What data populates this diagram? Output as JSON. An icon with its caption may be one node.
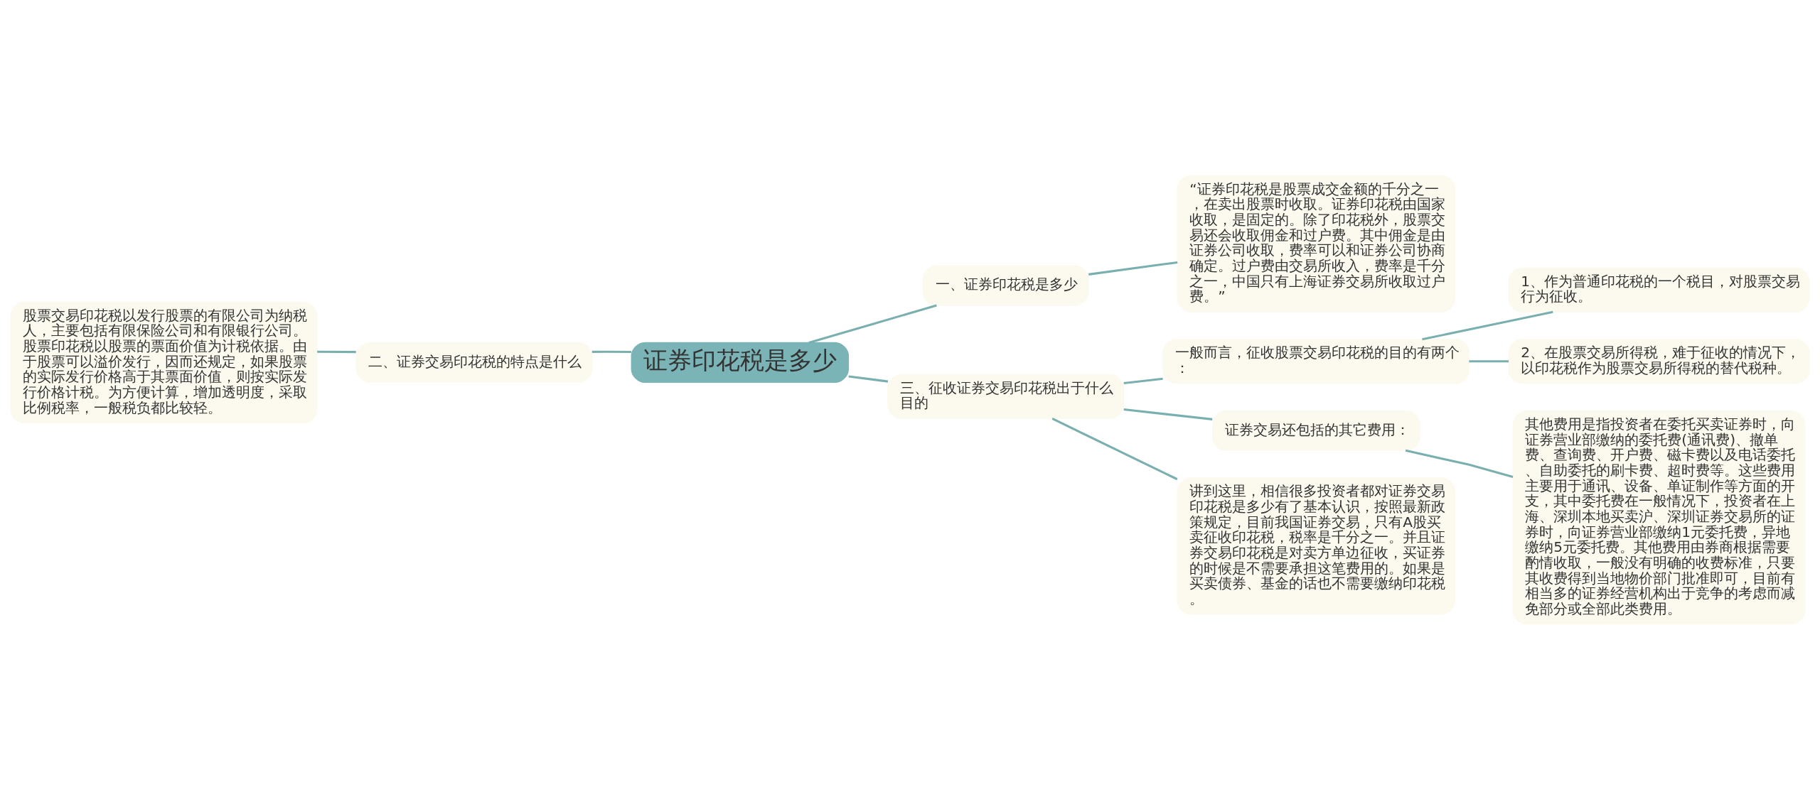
{
  "diagram": {
    "nodes": [
      {
        "text": [
          "证券印花税是多少"
        ]
      },
      {
        "text": [
          "一、证券印花税是多少"
        ]
      },
      {
        "text": [
          "“证券印花税是股票成交金额的千分之一，在卖出股票时收取。证券印花税由国家收取，是固定的。除了印花税外，股票交易还会收取佣金和过户费。其中佣金是由证券公司收取，费率可以和证券公司协商确定。过户费由交易所收入，费率是千分之一，中国只有上海证券交易所收取过户费。”"
        ]
      },
      {
        "text": [
          "二、证券交易印花税的特点是什么"
        ]
      },
      {
        "text": [
          "股票交易印花税以发行股票的有限公司为纳税人，主要包括有限保险公司和有限银行公司。股票印花税以股票的票面价值为计税依据。由于股票可以溢价发行，因而还规定，如果股票的实际发行价格高于其票面价值，则按实际发行价格计税。为方便计算，增加透明度，采取比例税率，一般税负都比较轻。"
        ]
      },
      {
        "text": [
          "三、征收证券交易印花税出于什么目的"
        ]
      },
      {
        "text": [
          "一般而言，征收股票交易印花税的目的有两个："
        ]
      },
      {
        "text": [
          "1、作为普通印花税的一个税目，对股票交易行为征收。"
        ]
      },
      {
        "text": [
          "2、在股票交易所得税，难于征收的情况下，以印花税作为股票交易所得税的替代税种。"
        ]
      },
      {
        "text": [
          "证券交易还包括的其它费用："
        ]
      },
      {
        "text": [
          "其他费用是指投资者在委托买卖证券时，向证券营业部缴纳的委托费(通讯费)、撤单费、查询费、开户费、磁卡费以及电话委托、自助委托的刷卡费、超时费等。这些费用主要用于通讯、设备、单证制作等方面的开支，其中委托费在一般情况下，投资者在上海、深圳本地买卖沪、深圳证券交易所的证券时，向证券营业部缴纳1元委托费，异地缴纳5元委托费。其他费用由券商根据需要酌情收取，一般没有明确的收费标准，只要其收费得到当地物价部门批准即可，目前有相当多的证券经营机构出于竞争的考虑而减免部分或全部此类费用。"
        ]
      },
      {
        "text": [
          "讲到这里，相信很多投资者都对证券交易印花税是多少有了基本认识，按照最新政策规定，目前我国证券交易，只有A股买卖征收印花税，税率是千分之一。并且证券交易印花税是对卖方单边征收，买证券的时候是不需要承担这笔费用的。如果是买卖债券、基金的话也不需要缴纳印花税。"
        ]
      }
    ],
    "edges": [
      {
        "from": 0,
        "to": 1,
        "arrow": "none"
      },
      {
        "from": 1,
        "to": 2,
        "arrow": "none"
      },
      {
        "from": 0,
        "to": 3,
        "arrow": "none"
      },
      {
        "from": 3,
        "to": 4,
        "arrow": "none"
      },
      {
        "from": 0,
        "to": 5,
        "arrow": "none"
      },
      {
        "from": 5,
        "to": 6,
        "arrow": "none"
      },
      {
        "from": 6,
        "to": 7,
        "arrow": "none"
      },
      {
        "from": 6,
        "to": 8,
        "arrow": "none"
      },
      {
        "from": 5,
        "to": 9,
        "arrow": "none"
      },
      {
        "from": 9,
        "to": 10,
        "arrow": "none"
      },
      {
        "from": 5,
        "to": 11,
        "arrow": "none"
      }
    ]
  }
}
